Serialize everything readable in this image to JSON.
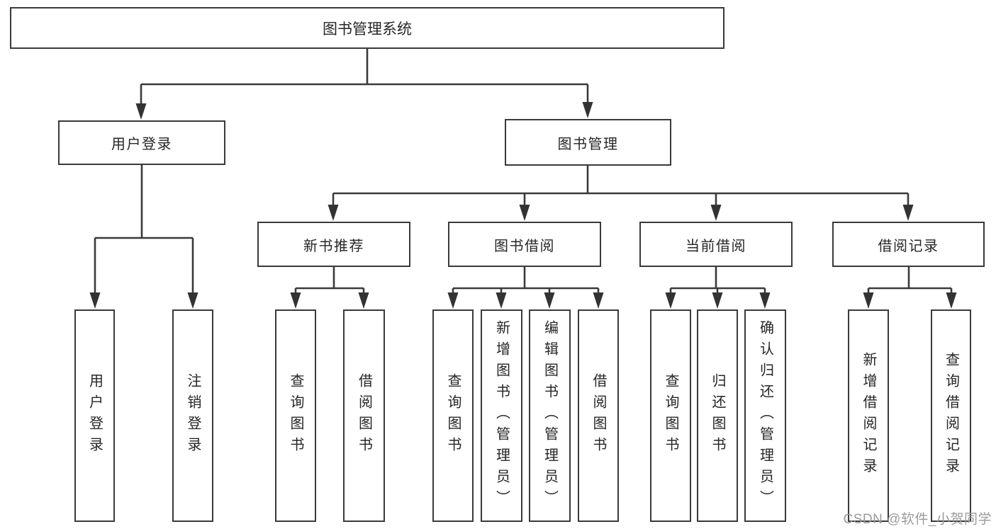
{
  "diagram_type": "hierarchy-tree",
  "colors": {
    "line": "#3a3a3a",
    "box_border": "#3a3a3a",
    "text": "#262626",
    "watermark": "#9b9b9b",
    "background": "#ffffff"
  },
  "tree": {
    "root": {
      "label": "图书管理系统",
      "children": [
        {
          "label": "用户登录",
          "children": [
            {
              "label": "用户登录"
            },
            {
              "label": "注销登录"
            }
          ]
        },
        {
          "label": "图书管理",
          "children": [
            {
              "label": "新书推荐",
              "children": [
                {
                  "label": "查询图书"
                },
                {
                  "label": "借阅图书"
                }
              ]
            },
            {
              "label": "图书借阅",
              "children": [
                {
                  "label": "查询图书"
                },
                {
                  "label": "新增图书（管理员）"
                },
                {
                  "label": "编辑图书（管理员）"
                },
                {
                  "label": "借阅图书"
                }
              ]
            },
            {
              "label": "当前借阅",
              "children": [
                {
                  "label": "查询图书"
                },
                {
                  "label": "归还图书"
                },
                {
                  "label": "确认归还（管理员）"
                }
              ]
            },
            {
              "label": "借阅记录",
              "children": [
                {
                  "label": "新增借阅记录"
                },
                {
                  "label": "查询借阅记录"
                }
              ]
            }
          ]
        }
      ]
    }
  },
  "watermark": {
    "text": "CSDN @软件_小贺同学"
  }
}
